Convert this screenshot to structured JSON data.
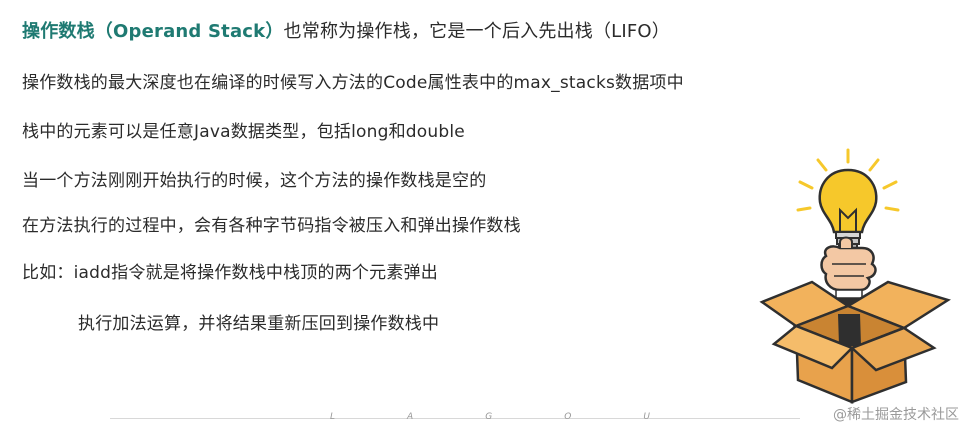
{
  "content": {
    "line1_highlight": "操作数栈（Operand Stack）",
    "line1_rest": "也常称为操作栈，它是一个后入先出栈（LIFO）",
    "line2": "操作数栈的最大深度也在编译的时候写入方法的Code属性表中的max_stacks数据项中",
    "line3": "栈中的元素可以是任意Java数据类型，包括long和double",
    "line4": "当一个方法刚刚开始执行的时候，这个方法的操作数栈是空的",
    "line5": "在方法执行的过程中，会有各种字节码指令被压入和弹出操作数栈",
    "line6": "比如：iadd指令就是将操作数栈中栈顶的两个元素弹出",
    "line7": "执行加法运算，并将结果重新压回到操作数栈中"
  },
  "footer": {
    "letters": [
      "L",
      "A",
      "G",
      "O",
      "U"
    ],
    "watermark": "@稀土掘金技术社区"
  },
  "illustration": {
    "name": "idea-lightbulb-box",
    "colors": {
      "bulb": "#f6c82b",
      "box": "#f2b25c",
      "box_dark": "#d98f3a",
      "sleeve": "#2f2f2f"
    }
  }
}
